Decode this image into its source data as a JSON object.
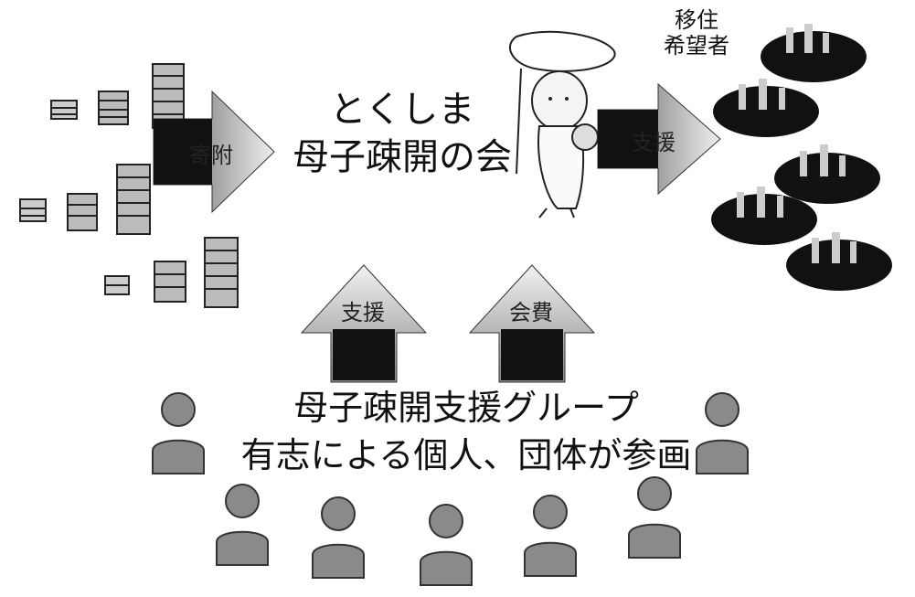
{
  "organization": {
    "line1": "とくしま",
    "line2": "母子疎開の会"
  },
  "migrants": {
    "line1": "移住",
    "line2": "希望者"
  },
  "arrows": {
    "donation": "寄附",
    "support_right": "支援",
    "support_up": "支援",
    "membership_fee": "会費"
  },
  "support_group": {
    "line1": "母子疎開支援グループ",
    "line2": "有志による個人、団体が参画"
  },
  "colors": {
    "arrow_dark": "#111111",
    "arrow_light": "#d6d6d6",
    "person": "#8a8a8a",
    "background": "#ffffff"
  },
  "icons": [
    "coin-stack-icon",
    "person-icon",
    "mascot-with-net-icon",
    "family-group-icon"
  ]
}
